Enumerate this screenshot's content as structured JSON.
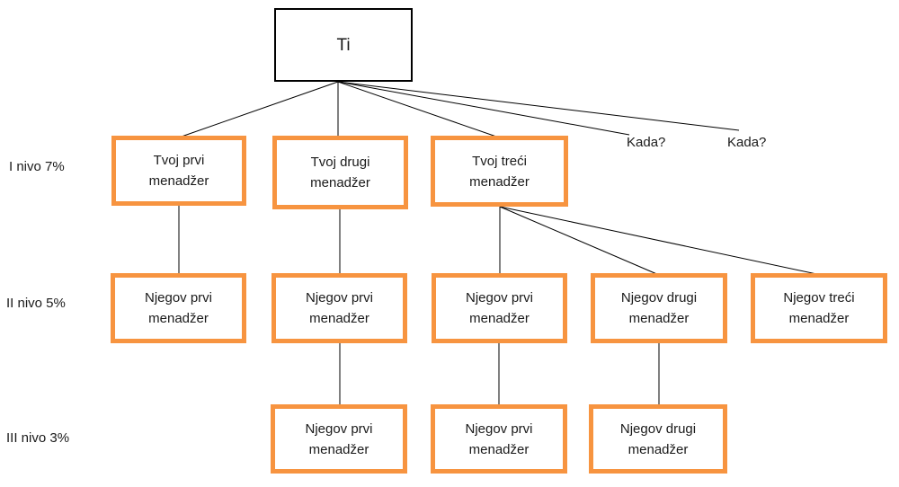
{
  "root": {
    "label": "Ti"
  },
  "levels": [
    "I nivo 7%",
    "II nivo 5%",
    "III nivo 3%"
  ],
  "level1": [
    {
      "label": "Tvoj prvi\nmenadžer"
    },
    {
      "label": "Tvoj drugi\nmenadžer"
    },
    {
      "label": "Tvoj treći\nmenadžer"
    }
  ],
  "level1_future": [
    "Kada?",
    "Kada?"
  ],
  "level2": [
    {
      "label": "Njegov prvi\nmenadžer"
    },
    {
      "label": "Njegov prvi\nmenadžer"
    },
    {
      "label": "Njegov prvi\nmenadžer"
    },
    {
      "label": "Njegov drugi\nmenadžer"
    },
    {
      "label": "Njegov treći\nmenadžer"
    }
  ],
  "level3": [
    {
      "label": "Njegov prvi\nmenadžer"
    },
    {
      "label": "Njegov prvi\nmenadžer"
    },
    {
      "label": "Njegov drugi\nmenadžer"
    }
  ],
  "colors": {
    "box_border": "#f79440",
    "root_border": "#000000",
    "line": "#000000"
  }
}
